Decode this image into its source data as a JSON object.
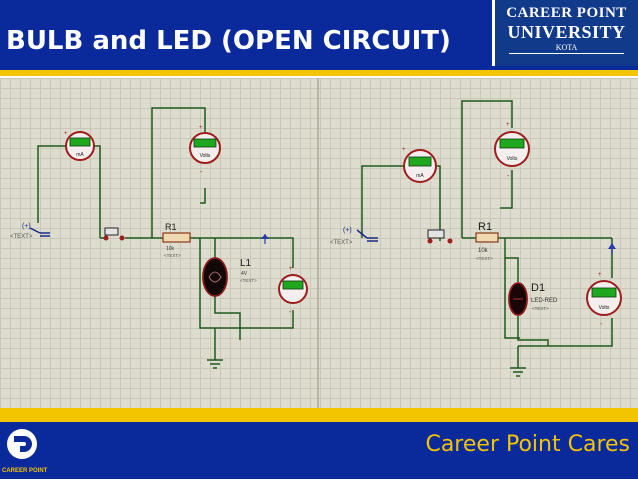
{
  "slide": {
    "title": "BULB and LED (OPEN CIRCUIT)",
    "footer_slogan": "Career Point Cares"
  },
  "logo": {
    "line1": "CAREER POINT",
    "line2": "UNIVERSITY",
    "line3": "KOTA",
    "footer_brand": "CAREER POINT"
  },
  "bulb_circuit": {
    "ammeter_unit": "mA",
    "voltmeter_top_unit": "Volts",
    "resistor_name": "R1",
    "resistor_value": "10k",
    "resistor_text": "<TEXT>",
    "lamp_name": "L1",
    "lamp_value": "4V",
    "lamp_text": "<TEXT>",
    "source_label": "(+)",
    "source_text": "<TEXT>",
    "plus_sign": "+",
    "minus_sign": "-"
  },
  "led_circuit": {
    "ammeter_unit": "mA",
    "voltmeter_top_unit": "Volts",
    "voltmeter_right_unit": "Volts",
    "resistor_name": "R1",
    "resistor_value": "10k",
    "resistor_text": "<TEXT>",
    "led_name": "D1",
    "led_value": "LED-RED",
    "led_text": "<TEXT>",
    "source_label": "(+)",
    "source_text": "<TEXT>",
    "plus_sign": "+",
    "minus_sign": "-"
  },
  "colors": {
    "header_blue": "#0a2a9c",
    "accent_yellow": "#f3c400",
    "wire_green": "#1f5a1f",
    "meter_red": "#9e1d1d",
    "lcd_green": "#1fa81f"
  }
}
